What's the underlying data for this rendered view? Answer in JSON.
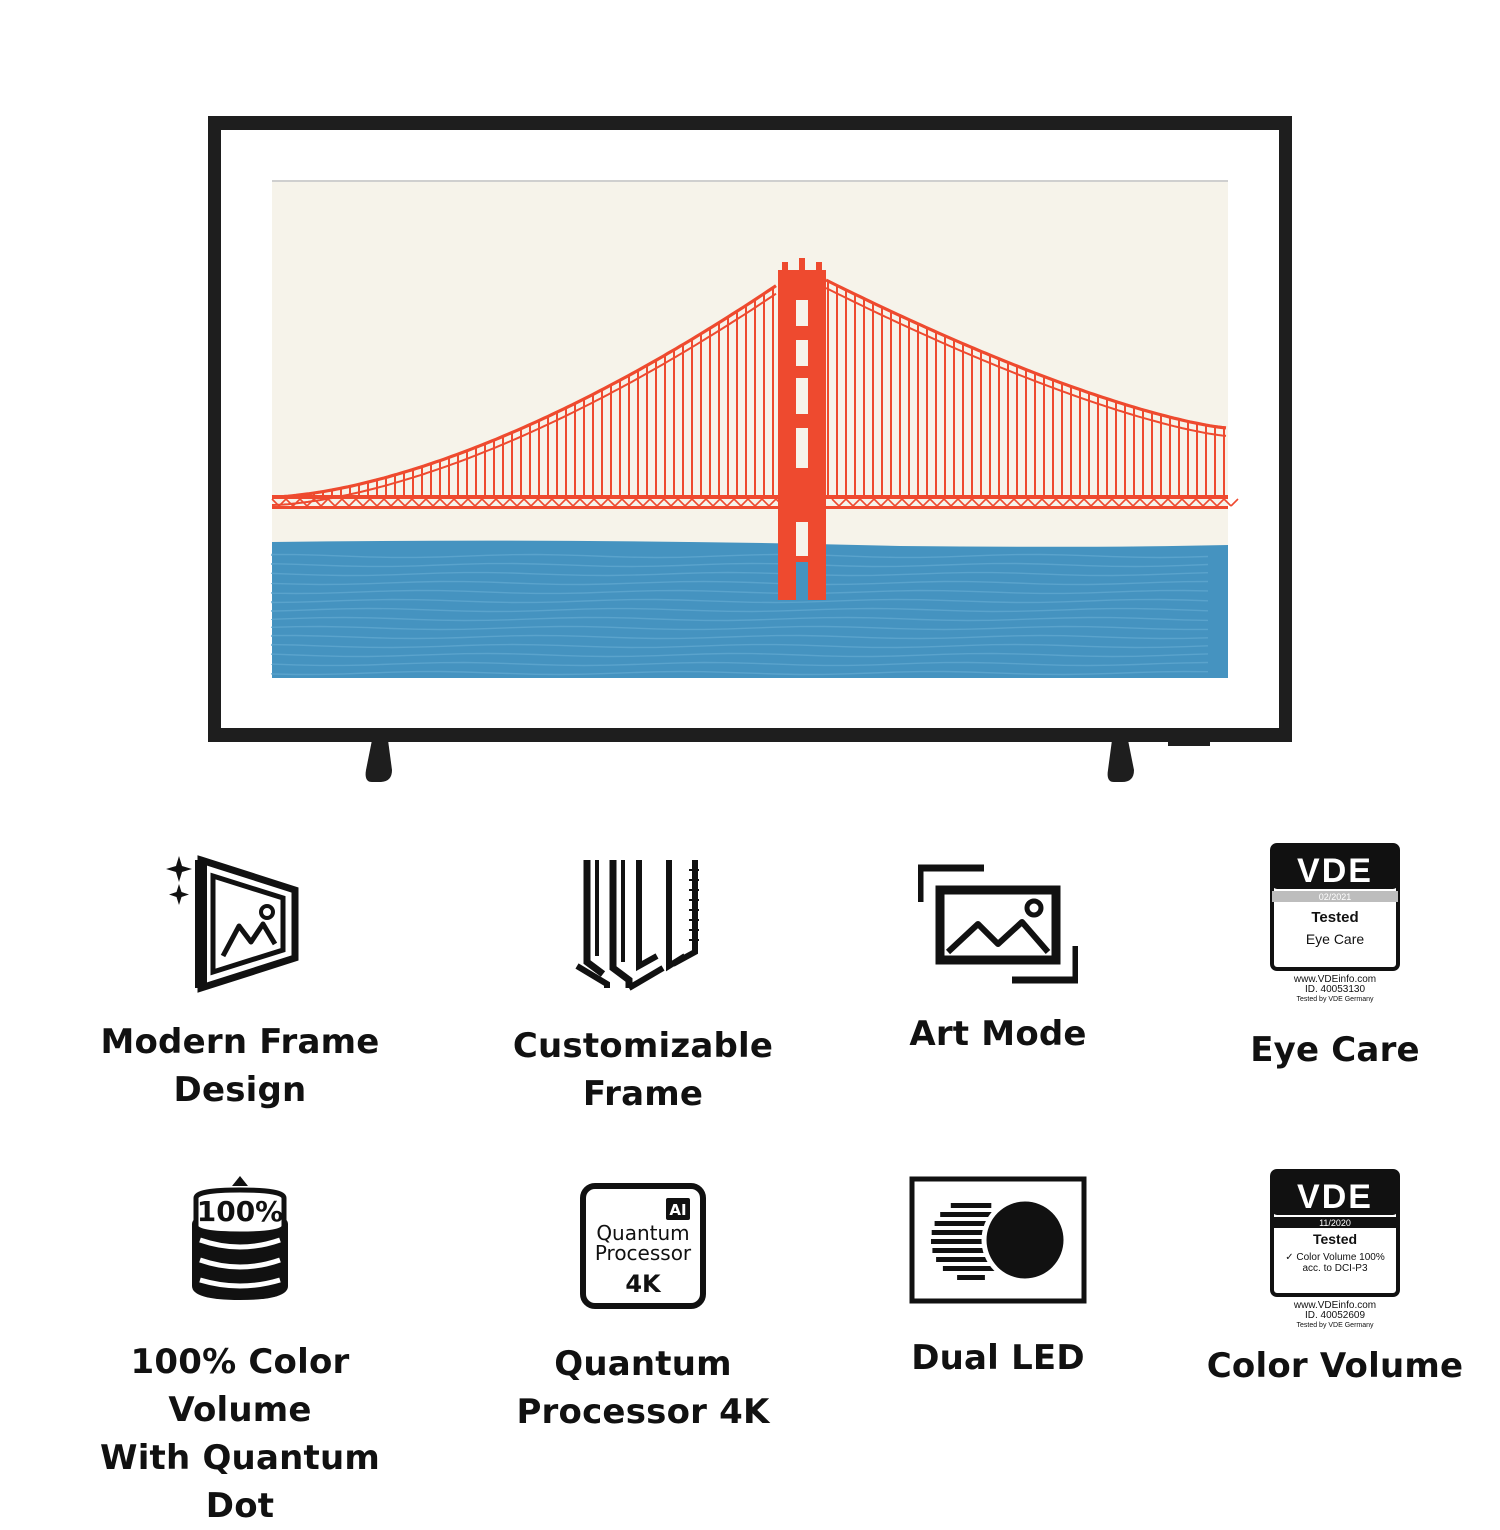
{
  "colors": {
    "frame": "#1e1e1e",
    "matte": "#ffffff",
    "sky": "#f6f3ea",
    "bridge": "#ee4a2f",
    "water": "#4593c0",
    "text": "#111111"
  },
  "features": [
    {
      "icon": "frame-sparkle-icon",
      "line1": "Modern Frame",
      "line2": "Design"
    },
    {
      "icon": "bezel-panels-icon",
      "line1": "Customizable",
      "line2": "Frame"
    },
    {
      "icon": "art-picture-icon",
      "line1": "Art Mode",
      "line2": ""
    },
    {
      "icon": "vde-eye-care-badge",
      "line1": "Eye Care",
      "line2": ""
    },
    {
      "icon": "quantum-dot-stack-icon",
      "line1": "100% Color Volume",
      "line2": "With Quantum Dot"
    },
    {
      "icon": "quantum-processor-chip-icon",
      "line1": "Quantum",
      "line2": "Processor 4K"
    },
    {
      "icon": "dual-led-icon",
      "line1": "Dual LED",
      "line2": ""
    },
    {
      "icon": "vde-color-volume-badge",
      "line1": "Color Volume",
      "line2": ""
    }
  ],
  "icons": {
    "quantum_dot": {
      "percent": "100%"
    },
    "processor": {
      "ai": "AI",
      "line1": "Quantum",
      "line2": "Processor",
      "line3": "4K"
    },
    "vde_eye_care": {
      "brand": "VDE",
      "date": "02/2021",
      "tested": "Tested",
      "detail1": "Eye Care",
      "detail2": "",
      "url": "www.VDEinfo.com",
      "id": "ID. 40053130",
      "footer": "Tested by VDE Germany"
    },
    "vde_color_volume": {
      "brand": "VDE",
      "date": "11/2020",
      "tested": "Tested",
      "detail1": "✓ Color Volume 100%",
      "detail2": "acc. to DCI-P3",
      "url": "www.VDEinfo.com",
      "id": "ID. 40052609",
      "footer": "Tested by VDE Germany"
    }
  }
}
